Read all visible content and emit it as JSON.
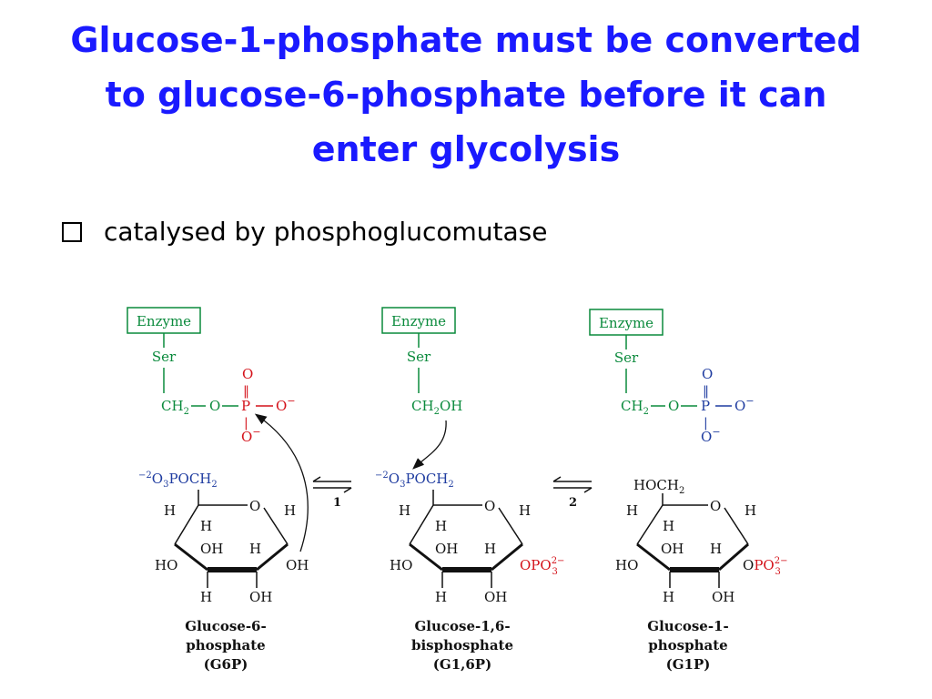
{
  "title_lines": [
    "Glucose-1-phosphate must be converted",
    "to glucose-6-phosphate before it can",
    "enter glycolysis"
  ],
  "bullet": "catalysed by phosphoglucomutase",
  "labels": {
    "enzyme": "Enzyme",
    "ser": "Ser",
    "ch2": "CH",
    "sub2": "2",
    "o": "O",
    "p": "P",
    "ominus": "O",
    "minus": "−",
    "dbl": "‖",
    "bar": "|",
    "ch2oh_a": "CH",
    "ch2oh_b": "OH",
    "o3poch2_pre": "−2",
    "o3poch2_o": "O",
    "o3poch2_3": "3",
    "o3poch2_mid": "POCH",
    "hoch2": "HOCH",
    "h": "H",
    "oh": "OH",
    "ho": "HO",
    "opo3": "OPO",
    "opo3_sup": "2−",
    "opo3_sub": "3",
    "step1": "1",
    "step2": "2",
    "eq": "⇌"
  },
  "compounds": [
    {
      "name1": "Glucose-6-",
      "name2": "phosphate",
      "abbr": "(G6P)"
    },
    {
      "name1": "Glucose-1,6-",
      "name2": "bisphosphate",
      "abbr": "(G1,6P)"
    },
    {
      "name1": "Glucose-1-",
      "name2": "phosphate",
      "abbr": "(G1P)"
    }
  ],
  "colors": {
    "title": "#1a1aff",
    "enzyme": "#0a8a3c",
    "phosphate_red": "#d4121a",
    "phosphate_blue": "#1f3ca0"
  }
}
